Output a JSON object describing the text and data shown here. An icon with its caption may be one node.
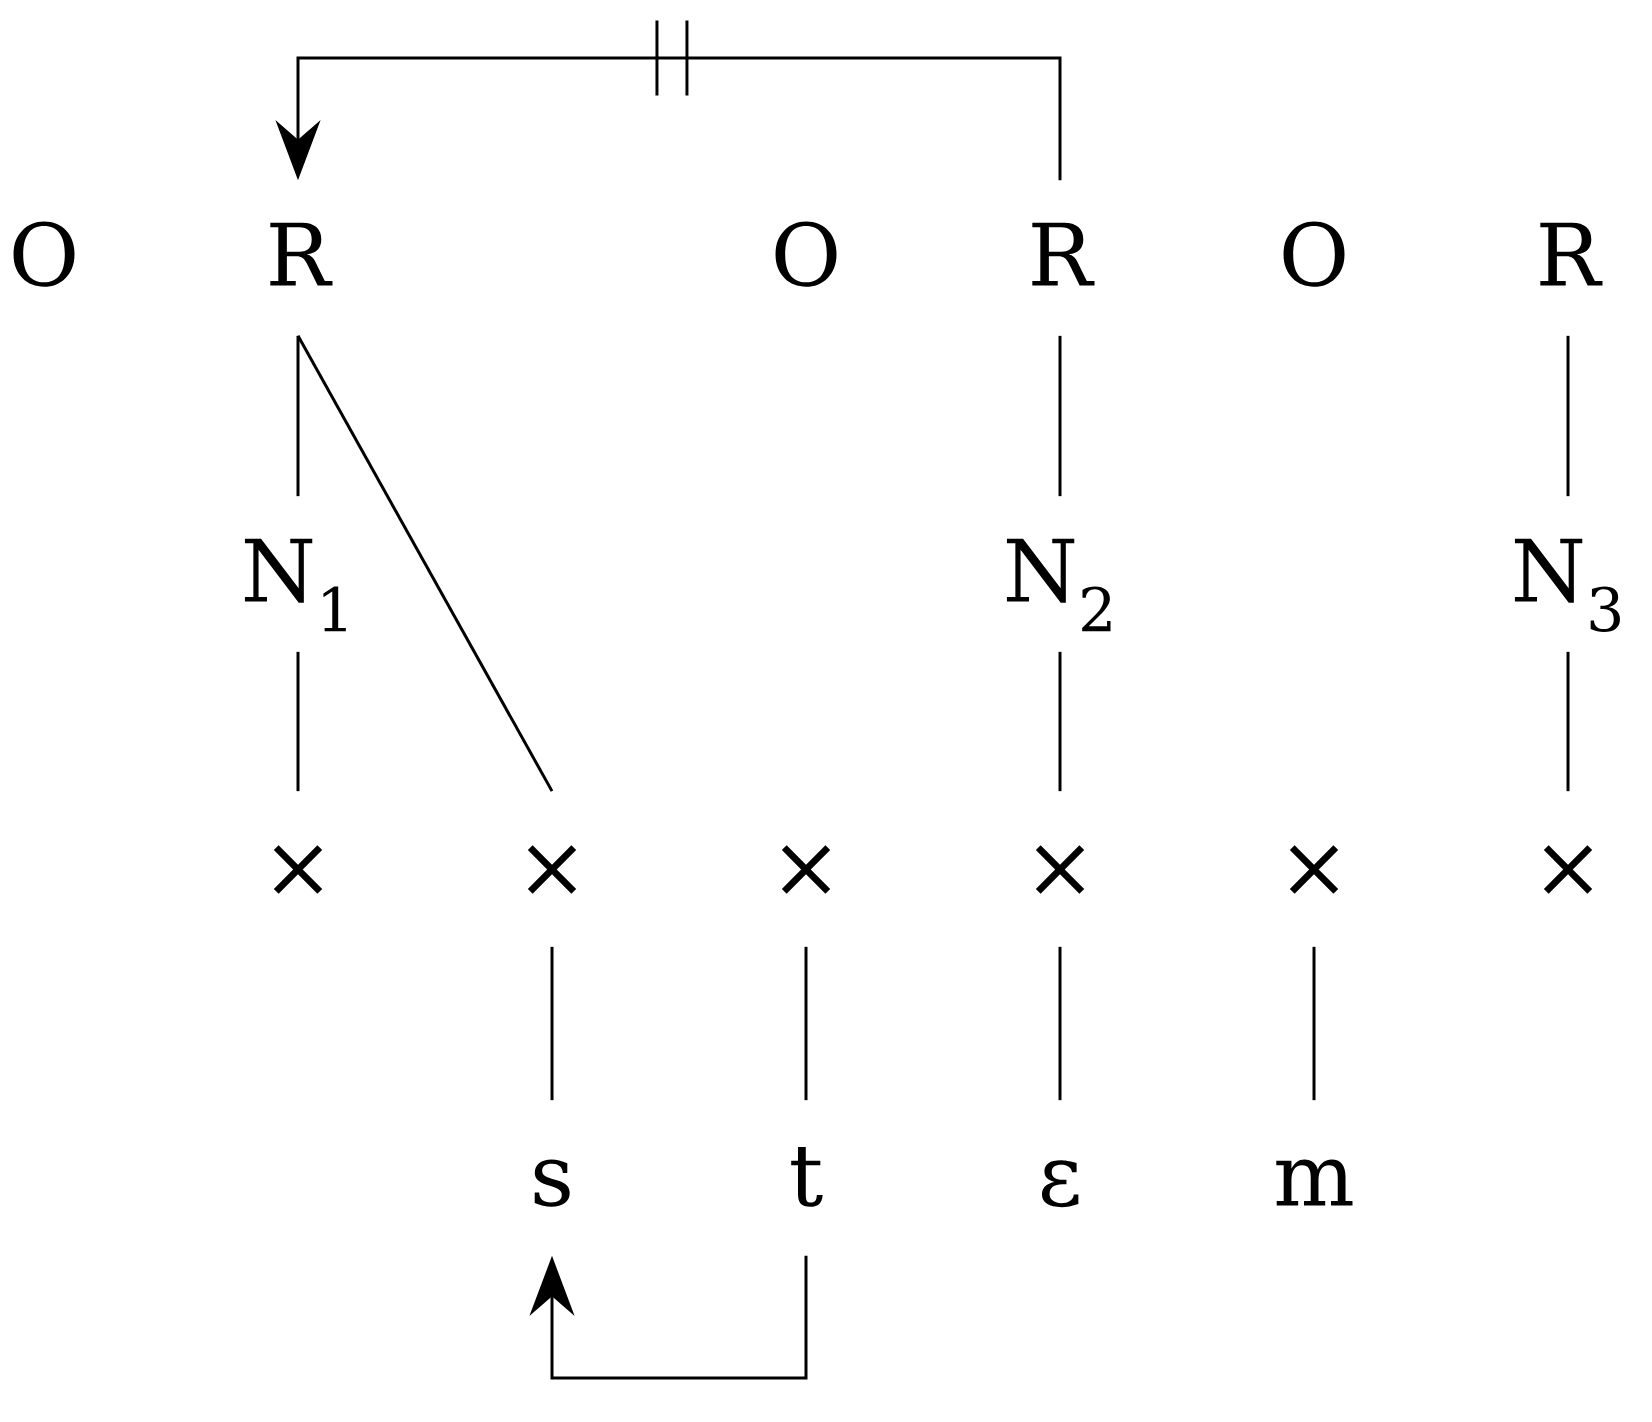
{
  "diagram": {
    "nodes": [
      {
        "text": [
          "O"
        ]
      },
      {
        "text": [
          "R"
        ]
      },
      {
        "text": [
          "O"
        ]
      },
      {
        "text": [
          "R"
        ]
      },
      {
        "text": [
          "O"
        ]
      },
      {
        "text": [
          "R"
        ]
      },
      {
        "text": [
          "N$_{1}$"
        ]
      },
      {
        "text": [
          "N$_{2}$"
        ]
      },
      {
        "text": [
          "N$_{3}$"
        ]
      },
      {
        "text": [
          "×"
        ]
      },
      {
        "text": [
          "×"
        ]
      },
      {
        "text": [
          "×"
        ]
      },
      {
        "text": [
          "×"
        ]
      },
      {
        "text": [
          "×"
        ]
      },
      {
        "text": [
          "×"
        ]
      },
      {
        "text": [
          "s"
        ]
      },
      {
        "text": [
          "t"
        ]
      },
      {
        "text": [
          "ε"
        ]
      },
      {
        "text": [
          "m"
        ]
      }
    ],
    "edges": [
      {
        "from": 3,
        "to": 1,
        "arrow": "to"
      },
      {
        "from": 1,
        "to": 6,
        "arrow": "none"
      },
      {
        "from": 1,
        "to": 10,
        "arrow": "none"
      },
      {
        "from": 3,
        "to": 7,
        "arrow": "none"
      },
      {
        "from": 5,
        "to": 8,
        "arrow": "none"
      },
      {
        "from": 6,
        "to": 9,
        "arrow": "none"
      },
      {
        "from": 7,
        "to": 12,
        "arrow": "none"
      },
      {
        "from": 8,
        "to": 14,
        "arrow": "none"
      },
      {
        "from": 10,
        "to": 15,
        "arrow": "none"
      },
      {
        "from": 11,
        "to": 16,
        "arrow": "none"
      },
      {
        "from": 12,
        "to": 17,
        "arrow": "none"
      },
      {
        "from": 13,
        "to": 18,
        "arrow": "none"
      },
      {
        "from": 16,
        "to": 15,
        "arrow": "to"
      }
    ]
  }
}
